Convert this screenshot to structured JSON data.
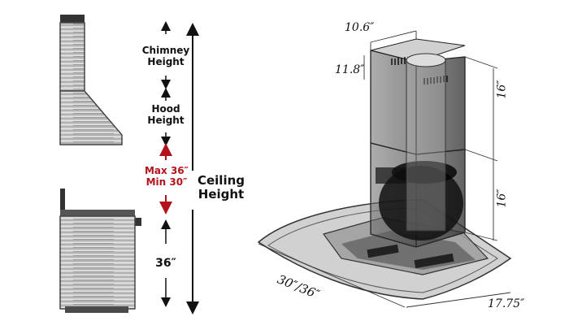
{
  "labels": {
    "chimney_height": [
      "Chimney",
      "Height"
    ],
    "hood_height": [
      "Hood",
      "Height"
    ],
    "max": "Max 36″",
    "min": "Min 30″",
    "ceiling_height": [
      "Ceiling",
      "Height"
    ],
    "counter_height": "36″"
  },
  "dimensions": {
    "chimney_width": "10.6″",
    "chimney_depth": "11.8″",
    "upper_chimney_height": "16″",
    "lower_chimney_height": "16″",
    "hood_width": "30″/36″",
    "hood_depth": "17.75″"
  },
  "colors": {
    "accent_red": "#b3131c",
    "steel": "#8f8f8f",
    "glass": "#3c3c3c"
  }
}
